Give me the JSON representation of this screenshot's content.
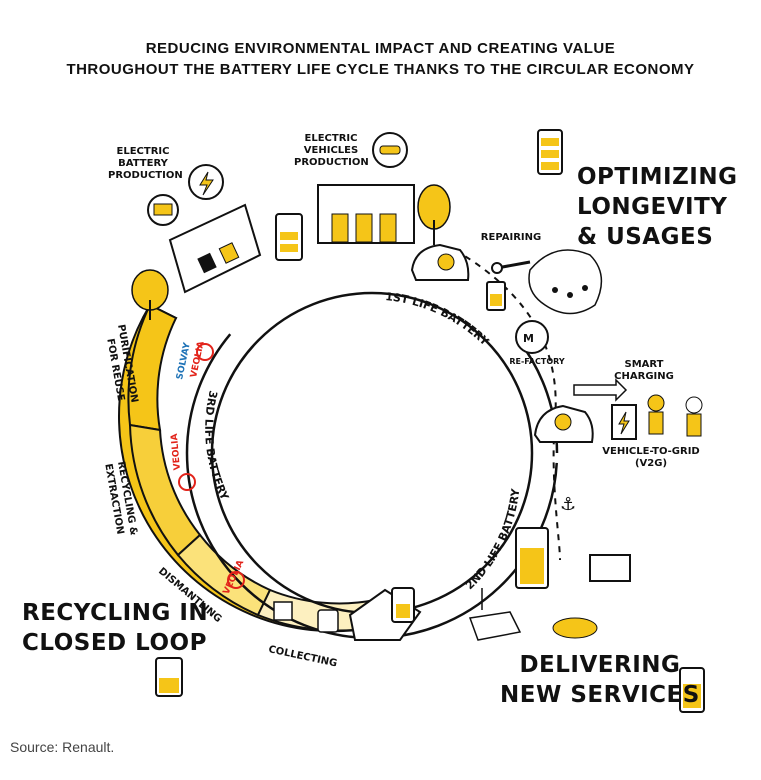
{
  "title_line1": "REDUCING ENVIRONMENTAL IMPACT AND CREATING VALUE",
  "title_line2": "THROUGHOUT THE BATTERY LIFE CYCLE THANKS TO THE CIRCULAR ECONOMY",
  "sections": {
    "longevity_line1": "OPTIMIZING",
    "longevity_line2": "LONGEVITY",
    "longevity_line3": "& USAGES",
    "services_line1": "DELIVERING",
    "services_line2": "NEW SERVICES",
    "recycling_line1": "RECYCLING IN",
    "recycling_line2": "CLOSED LOOP"
  },
  "steps": {
    "battery_production": [
      "ELECTRIC",
      "BATTERY",
      "PRODUCTION"
    ],
    "vehicle_production": [
      "ELECTRIC",
      "VEHICLES",
      "PRODUCTION"
    ],
    "repairing": "REPAIRING",
    "refactory": "RE-FACTORY",
    "smart_charging": "SMART CHARGING",
    "v2g": [
      "VEHICLE-TO-GRID",
      "(V2G)"
    ],
    "purification": [
      "PURIFICATION",
      "FOR REUSE"
    ],
    "recycling": [
      "RECYCLING &",
      "EXTRACTION"
    ],
    "dismantling": "DISMANTLING",
    "collecting": "COLLECTING"
  },
  "ring": {
    "first_life": "1ST LIFE BATTERY",
    "second_life": "2ND LIFE BATTERY",
    "third_life": "3RD LIFE BATTERY"
  },
  "partners": {
    "veolia": "VEOLIA",
    "solvay": "SOLVAY"
  },
  "source": "Source: Renault.",
  "colors": {
    "accent": "#f5c518",
    "accent_light": "#fbe27a",
    "ink": "#111111"
  }
}
